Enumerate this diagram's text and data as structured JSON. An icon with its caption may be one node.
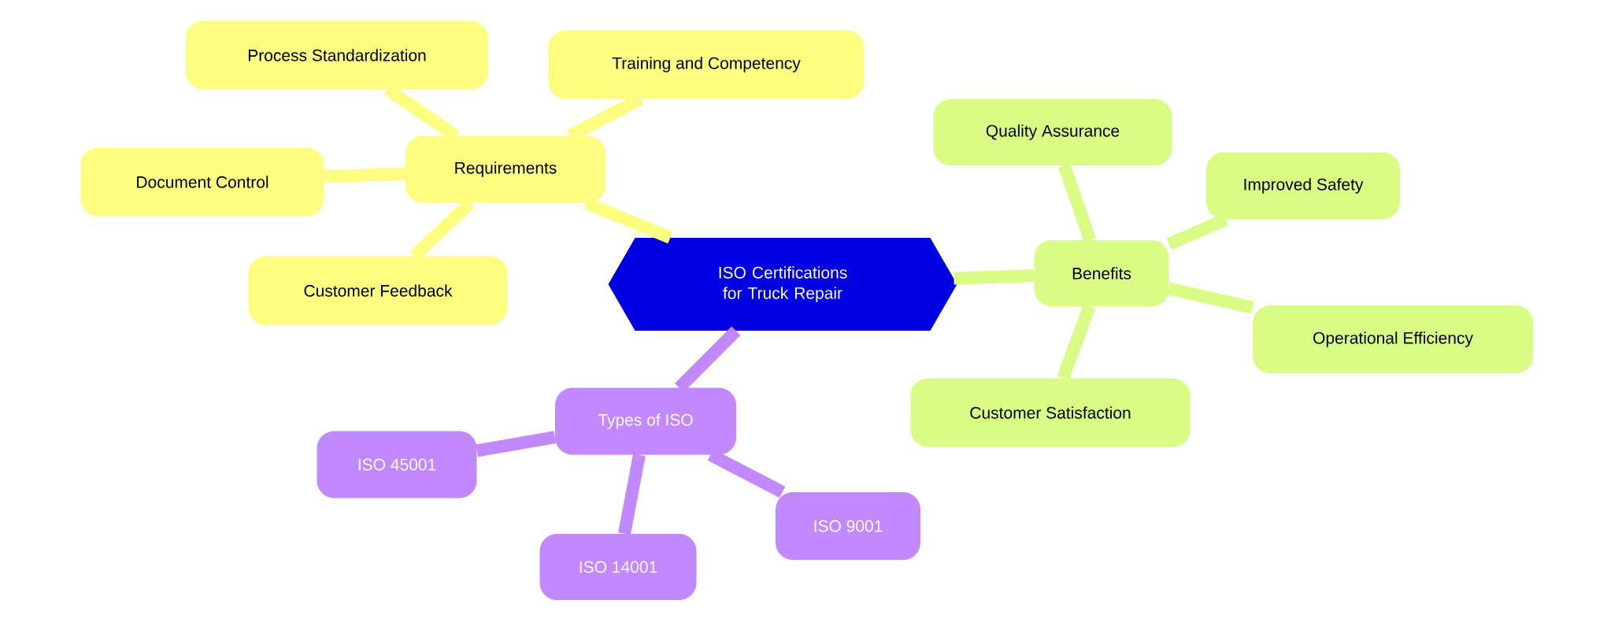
{
  "diagram": {
    "nodes": [
      {
        "text": [
          "ISO Certifications for Truck Repair"
        ]
      },
      {
        "text": [
          "Requirements"
        ]
      },
      {
        "text": [
          "Process Standardization"
        ]
      },
      {
        "text": [
          "Training and Competency"
        ]
      },
      {
        "text": [
          "Document Control"
        ]
      },
      {
        "text": [
          "Customer Feedback"
        ]
      },
      {
        "text": [
          "Benefits"
        ]
      },
      {
        "text": [
          "Quality Assurance"
        ]
      },
      {
        "text": [
          "Improved Safety"
        ]
      },
      {
        "text": [
          "Operational Efficiency"
        ]
      },
      {
        "text": [
          "Customer Satisfaction"
        ]
      },
      {
        "text": [
          "Types of ISO"
        ]
      },
      {
        "text": [
          "ISO 45001"
        ]
      },
      {
        "text": [
          "ISO 14001"
        ]
      },
      {
        "text": [
          "ISO 9001"
        ]
      }
    ],
    "edges": [
      {
        "from": 0,
        "to": 1,
        "arrow": "none"
      },
      {
        "from": 1,
        "to": 2,
        "arrow": "none"
      },
      {
        "from": 1,
        "to": 3,
        "arrow": "none"
      },
      {
        "from": 1,
        "to": 4,
        "arrow": "none"
      },
      {
        "from": 1,
        "to": 5,
        "arrow": "none"
      },
      {
        "from": 0,
        "to": 6,
        "arrow": "none",
        "color": "#d9fc85"
      },
      {
        "from": 6,
        "to": 7,
        "arrow": "none",
        "color": "#d9fc85"
      },
      {
        "from": 6,
        "to": 8,
        "arrow": "none",
        "color": "#d9fc85"
      },
      {
        "from": 6,
        "to": 9,
        "arrow": "none",
        "color": "#d9fc85"
      },
      {
        "from": 6,
        "to": 10,
        "arrow": "none",
        "color": "#d9fc85"
      },
      {
        "from": 0,
        "to": 11,
        "arrow": "none",
        "color": "#c288ff"
      },
      {
        "from": 11,
        "to": 12,
        "arrow": "none",
        "color": "#c288ff"
      },
      {
        "from": 11,
        "to": 13,
        "arrow": "none",
        "color": "#c288ff"
      },
      {
        "from": 11,
        "to": 14,
        "arrow": "none",
        "color": "#c288ff"
      }
    ]
  }
}
